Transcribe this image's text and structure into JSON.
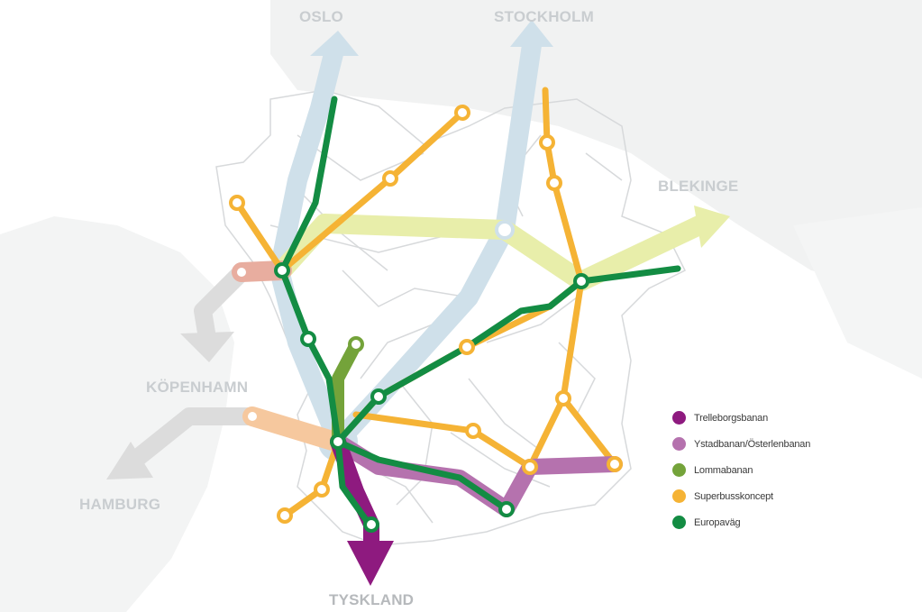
{
  "colors": {
    "trelleborgsbanan": "#8e1a7f",
    "ystadbanan": "#b572ae",
    "lommabanan": "#74a33a",
    "superbuss": "#f5b335",
    "europavag": "#138c43",
    "rail_blue": "#cfe0ea",
    "yellow_band": "#e8eeaa"
  },
  "places": {
    "oslo": "OSLO",
    "stockholm": "STOCKHOLM",
    "blekinge": "BLEKINGE",
    "kopenhamn": "KÖPENHAMN",
    "hamburg": "HAMBURG",
    "tyskland": "TYSKLAND"
  },
  "legend": [
    {
      "label": "Trelleborgsbanan",
      "color": "#8e1a7f"
    },
    {
      "label": "Ystadbanan/Österlenbanan",
      "color": "#b572ae"
    },
    {
      "label": "Lommabanan",
      "color": "#74a33a"
    },
    {
      "label": "Superbusskoncept",
      "color": "#f5b335"
    },
    {
      "label": "Europaväg",
      "color": "#138c43"
    }
  ]
}
